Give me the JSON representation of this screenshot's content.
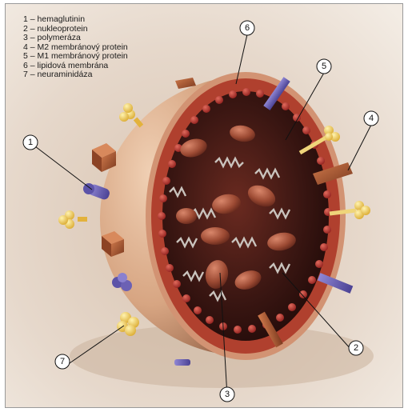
{
  "legend": {
    "items": [
      {
        "number": "1",
        "separator": " – ",
        "label": "hemaglutinin"
      },
      {
        "number": "2",
        "separator": " – ",
        "label": "nukleoprotein"
      },
      {
        "number": "3",
        "separator": " – ",
        "label": "polymeráza"
      },
      {
        "number": "4",
        "separator": " – ",
        "label": "M2 membránový protein"
      },
      {
        "number": "5",
        "separator": " – ",
        "label": "M1 membránový protein"
      },
      {
        "number": "6",
        "separator": " – ",
        "label": "lipidová membrána"
      },
      {
        "number": "7",
        "separator": " – ",
        "label": "neuraminidáza"
      }
    ]
  },
  "callouts": {
    "c1": "1",
    "c2": "2",
    "c3": "3",
    "c4": "4",
    "c5": "5",
    "c6": "6",
    "c7": "7"
  },
  "colors": {
    "background": "#e9ddd0",
    "shell": "#cf9e7c",
    "membrane": "#b0402e",
    "interior": "#3a1612",
    "hemagglutinin": "#f3d35a",
    "neuraminidase_knob": "#f3d35a",
    "m2_protein": "#a14e2c",
    "m1_protein": "#c02c2b",
    "purple_protein": "#6c61b4",
    "nucleoprotein": "#9c4a33"
  }
}
